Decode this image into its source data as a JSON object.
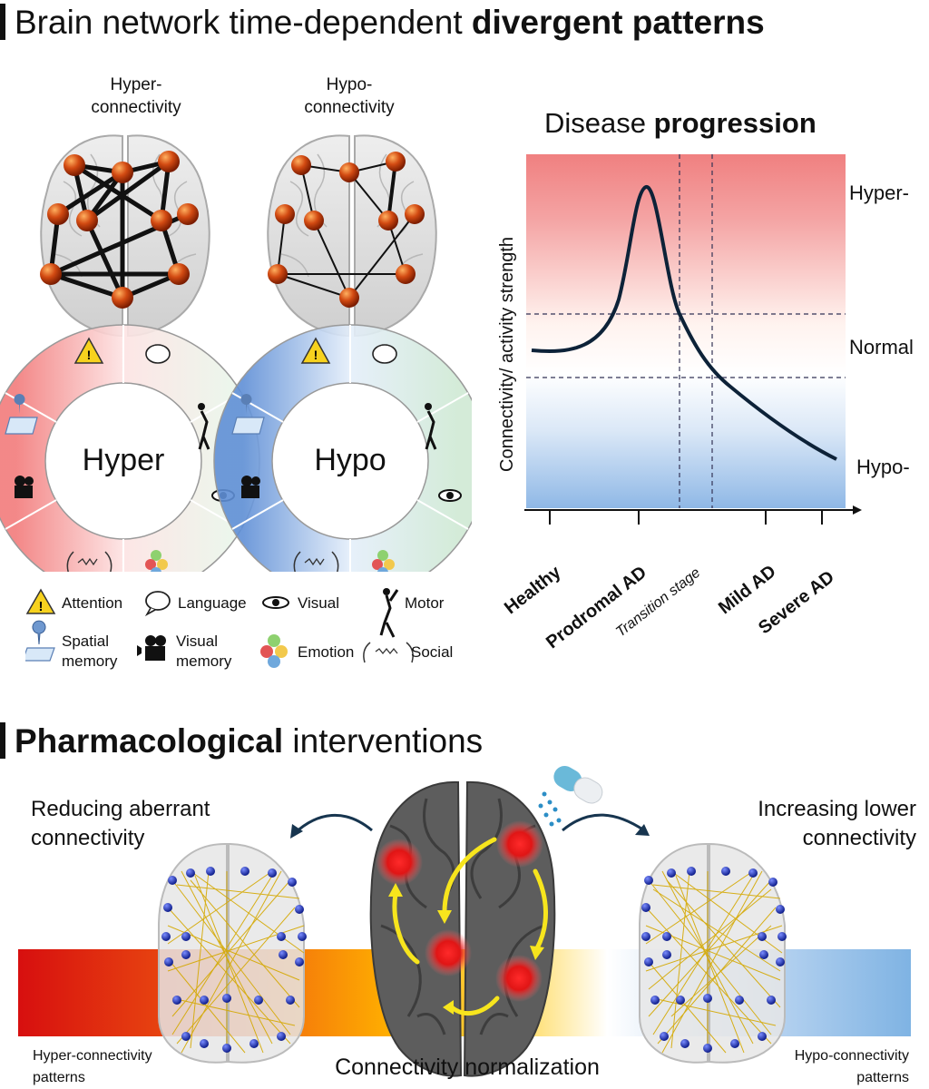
{
  "top_section": {
    "title_regular": "Brain network time-dependent",
    "title_bold": "divergent patterns"
  },
  "hyper_brain": {
    "label": "Hyper-\nconnectivity",
    "ring_word": "Hyper"
  },
  "hypo_brain": {
    "label": "Hypo-\nconnectivity",
    "ring_word": "Hypo"
  },
  "legend": [
    {
      "icon": "warning-icon",
      "label": "Attention"
    },
    {
      "icon": "speech-bubble-icon",
      "label": "Language"
    },
    {
      "icon": "eye-icon",
      "label": "Visual"
    },
    {
      "icon": "dancer-icon",
      "label": "Motor"
    },
    {
      "icon": "map-pin-icon",
      "label": "Spatial\nmemory"
    },
    {
      "icon": "film-camera-icon",
      "label": "Visual\nmemory"
    },
    {
      "icon": "emotion-faces-icon",
      "label": "Emotion"
    },
    {
      "icon": "social-heads-icon",
      "label": "Social"
    }
  ],
  "chart_data": {
    "type": "line",
    "title_regular": "Disease",
    "title_bold": "progression",
    "ylabel": "Connectivity/ activity strength",
    "levels": [
      "Hyper-",
      "Normal",
      "Hypo-"
    ],
    "stages": [
      "Healthy",
      "Prodromal AD",
      "Transition stage",
      "Mild AD",
      "Severe AD"
    ],
    "colors": {
      "hyper": "#f08080",
      "normal": "#ffffff",
      "hypo": "#8fb8e6"
    }
  },
  "bottom_section": {
    "title_bold": "Pharmacological",
    "title_regular": "interventions",
    "left_caption": "Reducing aberrant\nconnectivity",
    "right_caption": "Increasing lower\nconnectivity",
    "center_caption": "Connectivity normalization",
    "left_pattern": "Hyper-connectivity\npatterns",
    "right_pattern": "Hypo-connectivity\npatterns"
  }
}
